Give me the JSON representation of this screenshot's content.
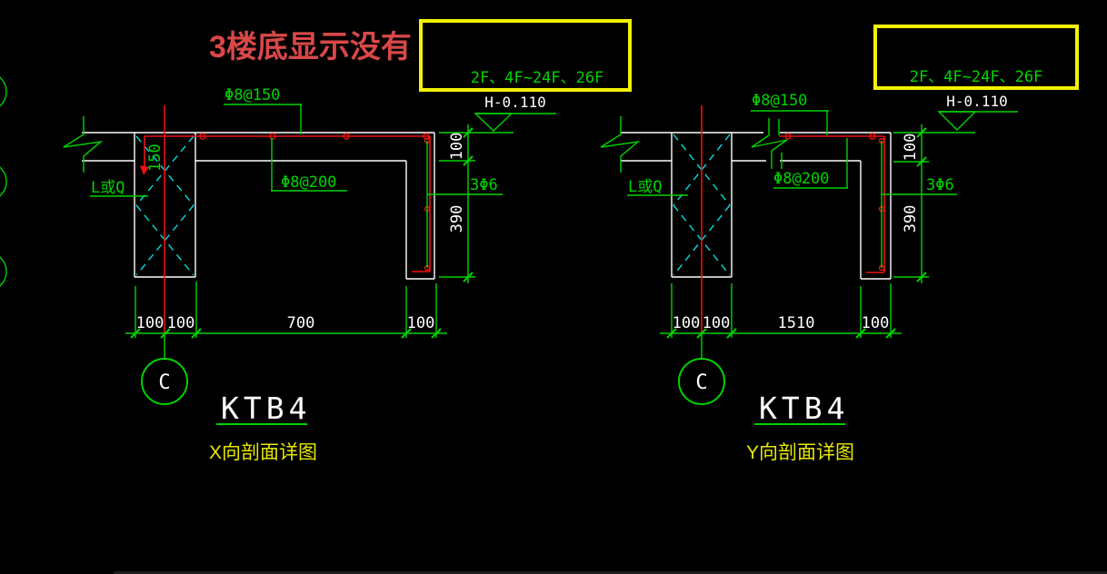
{
  "colors": {
    "background": "#000000",
    "drawing_green": "#00d400",
    "rebar_red": "#ee1111",
    "hatch_cyan": "#00e0e0",
    "highlight_yellow": "#f2f200",
    "note_red": "#d84848",
    "line_white": "#ffffff"
  },
  "annotation": {
    "note": "3楼底显示没有"
  },
  "left_detail": {
    "floor_range": "2F、4F~24F、26F",
    "elevation": "H-0.110",
    "top_rebar": "Φ8@150",
    "distribution_rebar": "Φ8@200",
    "wall_label": "L或Q",
    "embed_length": "150",
    "edge_bars": "3Φ6",
    "dim_depth_top": "100",
    "dim_depth_beam": "390",
    "dims_bottom": [
      "100",
      "100",
      "700",
      "100"
    ],
    "axis_label": "C",
    "title": "KTB4",
    "subtitle": "X向剖面详图"
  },
  "right_detail": {
    "floor_range": "2F、4F~24F、26F",
    "elevation": "H-0.110",
    "top_rebar": "Φ8@150",
    "distribution_rebar": "Φ8@200",
    "wall_label": "L或Q",
    "edge_bars": "3Φ6",
    "dim_depth_top": "100",
    "dim_depth_beam": "390",
    "dims_bottom": [
      "100",
      "100",
      "1510",
      "100"
    ],
    "axis_label": "C",
    "title": "KTB4",
    "subtitle": "Y向剖面详图"
  }
}
